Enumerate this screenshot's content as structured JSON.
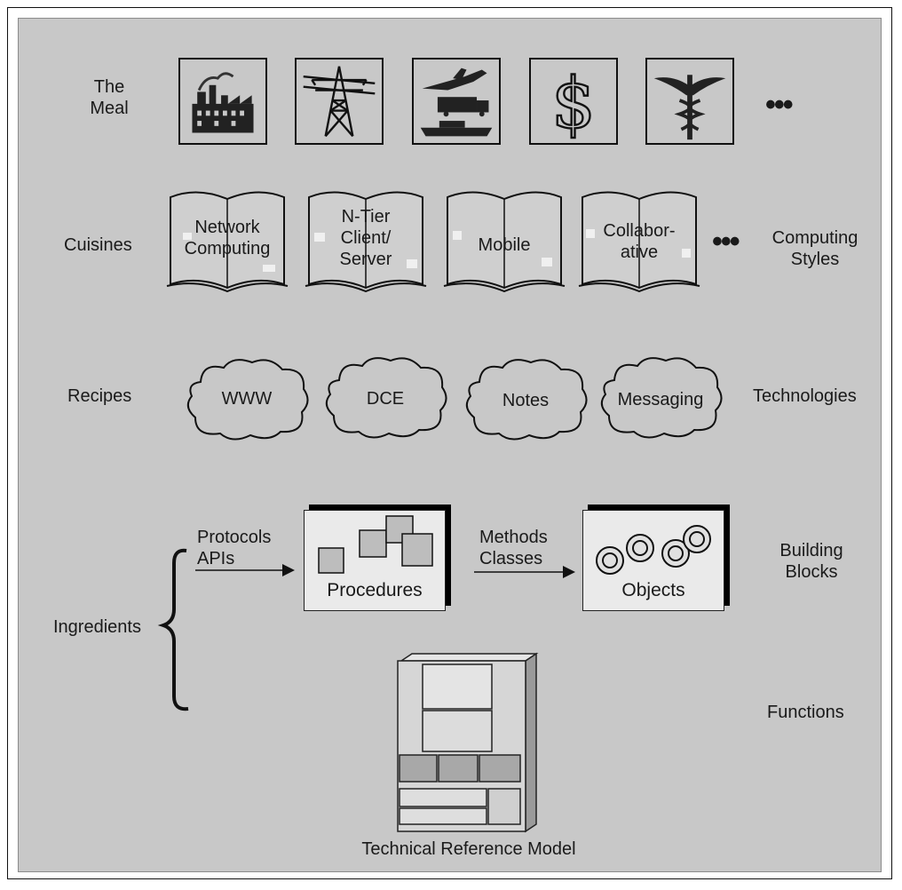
{
  "left_labels": {
    "meal": "The\nMeal",
    "cuisines": "Cuisines",
    "recipes": "Recipes",
    "ingredients": "Ingredients"
  },
  "right_labels": {
    "computing_styles": "Computing\nStyles",
    "technologies": "Technologies",
    "building_blocks": "Building\nBlocks",
    "functions": "Functions"
  },
  "meal_icons": [
    "factory-icon",
    "power-tower-icon",
    "transport-icon",
    "dollar-icon",
    "caduceus-icon"
  ],
  "ellipsis": "•••",
  "books": [
    "Network\nComputing",
    "N-Tier\nClient/\nServer",
    "Mobile",
    "Collabor-\native"
  ],
  "clouds": [
    "WWW",
    "DCE",
    "Notes",
    "Messaging"
  ],
  "arrows": {
    "protocols": "Protocols\nAPIs",
    "methods": "Methods\nClasses"
  },
  "blocks": {
    "procedures": "Procedures",
    "objects": "Objects"
  },
  "trm_caption": "Technical Reference Model"
}
